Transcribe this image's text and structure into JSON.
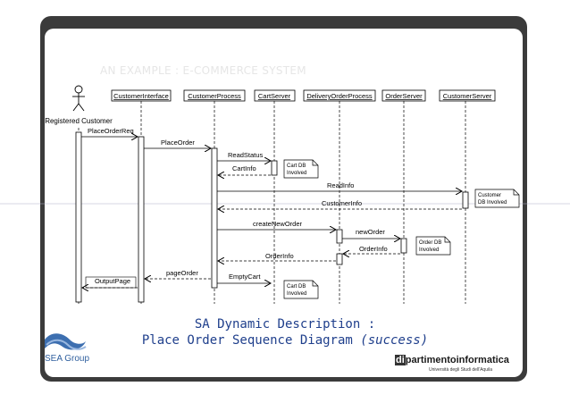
{
  "slide": {
    "title": "AN EXAMPLE : E-COMMERCE SYSTEM",
    "caption_line1": "SA Dynamic Description :",
    "caption_line2_main": "Place Order Sequence Diagram ",
    "caption_line2_em": "(success)",
    "logo_left": "SEA Group",
    "logo_right_prefix": "di",
    "logo_right_main": "partimentoinformatica",
    "logo_right_sub": "Università degli Studi dell'Aquila"
  },
  "actor": {
    "label": "Registered Customer"
  },
  "participants": [
    "CustomerInterface",
    "CustomerProcess",
    "CartServer",
    "DeliveryOrderProcess",
    "OrderServer",
    "CustomerServer"
  ],
  "messages": [
    "PlaceOrderReq",
    "PlaceOrder",
    "ReadStatus",
    "CartInfo",
    "ReadInfo",
    "CustomerInfo",
    "createNewOrder",
    "newOrder",
    "OrderInfo",
    "OrderInfo",
    "pageOrder",
    "EmptyCart",
    "OutputPage"
  ],
  "notes": [
    [
      "Cart DB",
      "Involved"
    ],
    [
      "Customer",
      "DB Involved"
    ],
    [
      "Order DB",
      "Involved"
    ],
    [
      "Cart DB",
      "Involved"
    ]
  ],
  "colors": {
    "slide_border": "#3b3b3b",
    "caption": "#1f3f8c",
    "line": "#000000"
  }
}
